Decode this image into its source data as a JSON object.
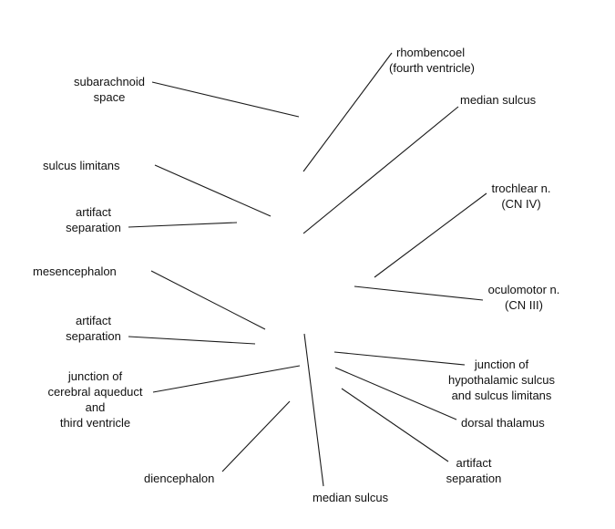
{
  "labels": {
    "subarachnoid_space": [
      "subarachnoid",
      "space"
    ],
    "rhombencoel": [
      "rhombencoel",
      "(fourth ventricle)"
    ],
    "median_sulcus_upper": [
      "median sulcus"
    ],
    "sulcus_limitans": [
      "sulcus limitans"
    ],
    "artifact_separation_1": [
      "artifact",
      "separation"
    ],
    "trochlear": [
      "trochlear n.",
      "(CN IV)"
    ],
    "mesencephalon": [
      "mesencephalon"
    ],
    "oculomotor": [
      "oculomotor n.",
      "(CN III)"
    ],
    "artifact_separation_2": [
      "artifact",
      "separation"
    ],
    "junction_hypothalamic": [
      "junction of",
      "hypothalamic sulcus",
      "and sulcus limitans"
    ],
    "junction_aqueduct": [
      "junction of",
      "cerebral aqueduct",
      "and",
      "third ventricle"
    ],
    "dorsal_thalamus": [
      "dorsal thalamus"
    ],
    "artifact_separation_3": [
      "artifact",
      "separation"
    ],
    "diencephalon": [
      "diencephalon"
    ],
    "median_sulcus_lower": [
      "median sulcus"
    ]
  },
  "line_color": "#1a1a1a",
  "text_color": "#111111"
}
